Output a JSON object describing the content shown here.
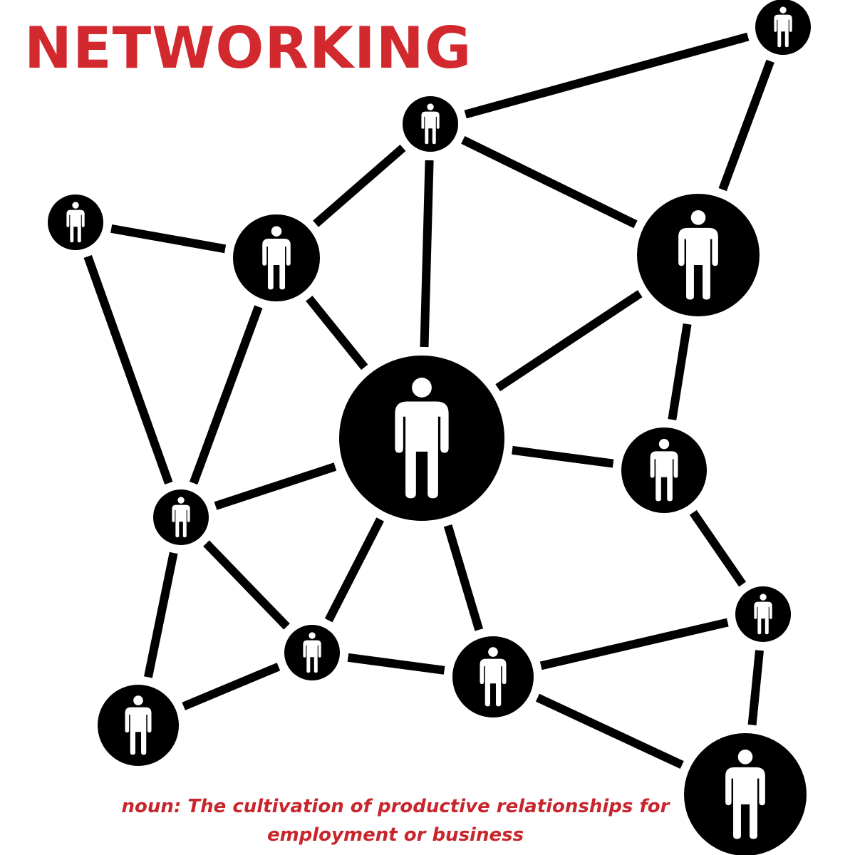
{
  "title": "NETWORKING",
  "definition": {
    "line1": "noun: The cultivation of productive relationships for",
    "line2": "employment or business"
  },
  "colors": {
    "accent": "#d2292f",
    "node": "#000000",
    "figure": "#ffffff",
    "background": "#ffffff"
  },
  "icons": {
    "node_figure": "person-icon"
  }
}
